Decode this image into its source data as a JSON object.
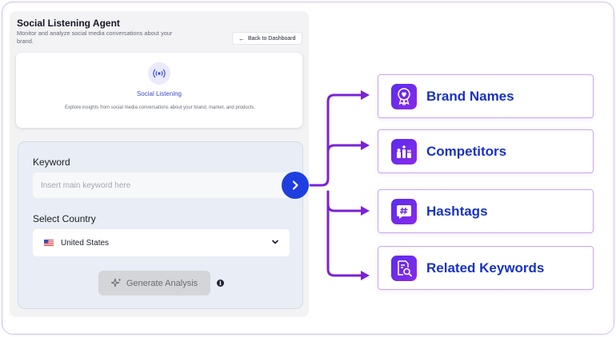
{
  "app": {
    "title": "Social Listening Agent",
    "subtitle": "Monitor and analyze social media conversations about your brand.",
    "back_button": "Back to Dashboard"
  },
  "card": {
    "icon": "broadcast-icon",
    "title": "Social Listening",
    "description": "Explore insights from social media conversations about your brand, market, and products."
  },
  "form": {
    "keyword_label": "Keyword",
    "keyword_placeholder": "Insert main keyword here",
    "country_label": "Select Country",
    "country_value": "United States",
    "generate_button": "Generate Analysis",
    "info_icon": "i"
  },
  "features": [
    {
      "label": "Brand Names",
      "icon": "badge-heart-icon"
    },
    {
      "label": "Competitors",
      "icon": "chess-pieces-icon"
    },
    {
      "label": "Hashtags",
      "icon": "hashtag-chat-icon"
    },
    {
      "label": "Related Keywords",
      "icon": "document-search-icon"
    }
  ],
  "colors": {
    "accent_blue": "#1f3ee0",
    "connector_purple": "#7a22d6",
    "feature_label": "#1732c8"
  }
}
